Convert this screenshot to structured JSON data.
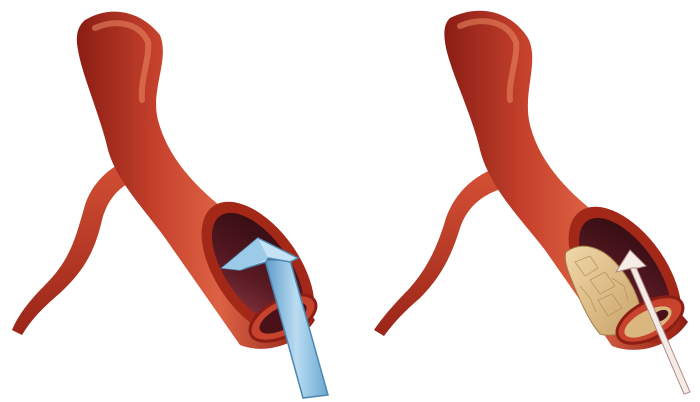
{
  "image": {
    "panels": [
      {
        "id": "healthy-artery",
        "lumen": "clear",
        "flow": "full"
      },
      {
        "id": "plaque-artery",
        "lumen": "narrowed-by-plaque",
        "flow": "restricted"
      }
    ],
    "colors": {
      "background": "#ffffff",
      "vessel_light": "#d85a3c",
      "vessel_mid": "#b52f22",
      "vessel_dark": "#6d1410",
      "lumen_dark": "#3a0d12",
      "lumen_inner": "#7a2a3a",
      "flow_arrow_healthy": "#8fc3e6",
      "flow_arrow_restricted": "#f2e6dc",
      "plaque": "#e2c28a"
    }
  }
}
